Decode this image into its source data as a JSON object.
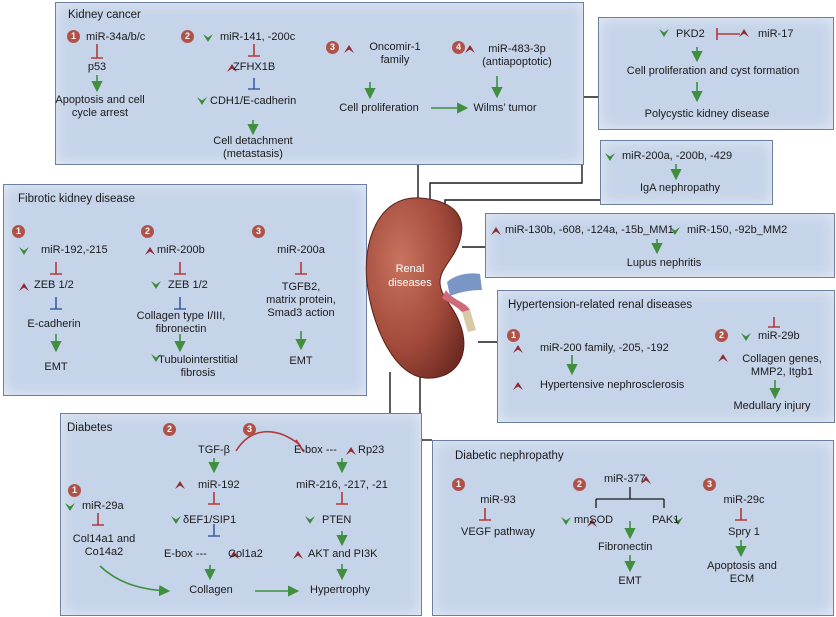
{
  "center": {
    "label": "Renal\ndiseases"
  },
  "panels": {
    "kidney_cancer": {
      "title": "Kidney cancer",
      "nums": [
        "1",
        "2",
        "3",
        "4"
      ],
      "mir34": "miR-34a/b/c",
      "p53": "p53",
      "apoptosis": "Apoptosis and cell\ncycle arrest",
      "mir141": "miR-141, -200c",
      "zfhx1b": "ZFHX1B",
      "cdh1": "CDH1/E-cadherin",
      "detach": "Cell detachment\n(metastasis)",
      "oncomir": "Oncomir-1\nfamily",
      "prolif": "Cell proliferation",
      "mir483": "miR-483-3p\n(antiapoptotic)",
      "wilms": "Wilms’ tumor"
    },
    "pkd": {
      "pkd2": "PKD2",
      "mir17": "miR-17",
      "prolif": "Cell proliferation and cyst formation",
      "disease": "Polycystic kidney disease"
    },
    "iga": {
      "mir": "miR-200a, -200b, -429",
      "disease": "IgA nephropathy"
    },
    "lupus": {
      "mir_up": "miR-130b, -608, -124a, -15b_MM1",
      "mir_down": "miR-150, -92b_MM2",
      "disease": "Lupus nephritis"
    },
    "fibrotic": {
      "title": "Fibrotic kidney disease",
      "nums": [
        "1",
        "2",
        "3"
      ],
      "mir192": "miR-192,-215",
      "zeb_a": "ZEB 1/2",
      "ecad": "E-cadherin",
      "emt_a": "EMT",
      "mir200b": "miR-200b",
      "zeb_b": "ZEB 1/2",
      "collagen": "Collagen type I/III,\nfibronectin",
      "tubulo": "Tubulointerstitial\nfibrosis",
      "mir200a": "miR-200a",
      "tgfb2": "TGFB2,\nmatrix protein,\nSmad3 action",
      "emt_b": "EMT"
    },
    "hypertension": {
      "title": "Hypertension-related renal diseases",
      "nums": [
        "1",
        "2"
      ],
      "mir200": "miR-200 family, -205, -192",
      "nephro": "Hypertensive nephrosclerosis",
      "mir29b": "miR-29b",
      "genes": "Collagen genes,\nMMP2, Itgb1",
      "medullary": "Medullary injury"
    },
    "diabetes": {
      "title": "Diabetes",
      "nums": [
        "1",
        "2",
        "3"
      ],
      "mir29a": "miR-29a",
      "col14": "Col14a1 and\nCo14a2",
      "tgfb": "TGF-β",
      "mir192": "miR-192",
      "def1": "δEF1/SIP1",
      "ebox1": "E-box ---",
      "col1a2": "Col1a2",
      "collagen": "Collagen",
      "ebox2": "E-box ---",
      "rp23": "Rp23",
      "mir216": "miR-216, -217, -21",
      "pten": "PTEN",
      "akt": "AKT and PI3K",
      "hyper": "Hypertrophy"
    },
    "dn": {
      "title": "Diabetic nephropathy",
      "nums": [
        "1",
        "2",
        "3"
      ],
      "mir93": "miR-93",
      "vegf": "VEGF pathway",
      "mir377": "miR-377",
      "mnsod": "mnSOD",
      "pak1": "PAK1",
      "fibro": "Fibronectin",
      "emt": "EMT",
      "mir29c": "miR-29c",
      "spry": "Spry 1",
      "apop": "Apoptosis and\nECM"
    }
  },
  "colors": {
    "panel": "#c6d4ea",
    "up": "#8e2a2e",
    "down": "#3a8a3a",
    "inhibit_red": "#b23a3a",
    "inhibit_blue": "#3a5fa8",
    "arrow_green": "#3f8f3f",
    "kidney": "#a0473a"
  }
}
